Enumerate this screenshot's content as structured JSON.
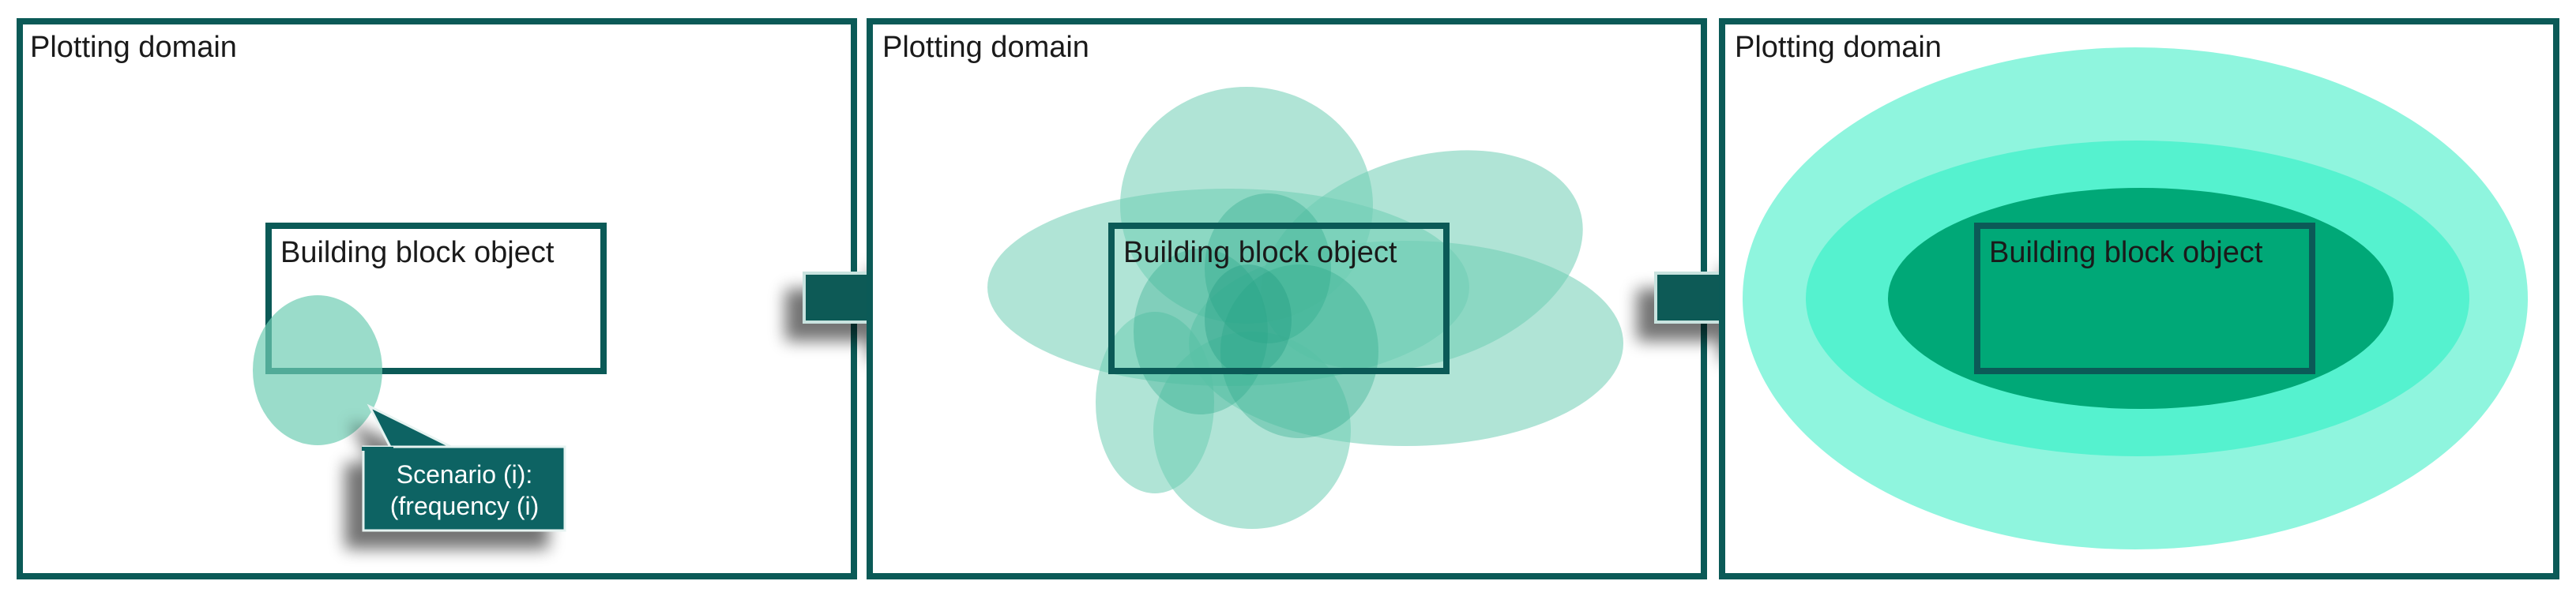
{
  "panels": [
    {
      "title": "Plotting domain",
      "block_label": "Building block object"
    },
    {
      "title": "Plotting domain",
      "block_label": "Building block object"
    },
    {
      "title": "Plotting domain",
      "block_label": "Building block object"
    }
  ],
  "callout": {
    "line1": "Scenario (i):",
    "line2": "(frequency (i)"
  },
  "colors": {
    "frame": "#0b5a57",
    "scenario_fill": "#6fcdb4",
    "overlap_fill": "#2aa88a",
    "risk_outer": "#8ff5de",
    "risk_middle": "#55f2cf",
    "risk_inner": "#00a877",
    "callout_fill": "#0d6363",
    "arrow_fill": "#0b5a57"
  }
}
